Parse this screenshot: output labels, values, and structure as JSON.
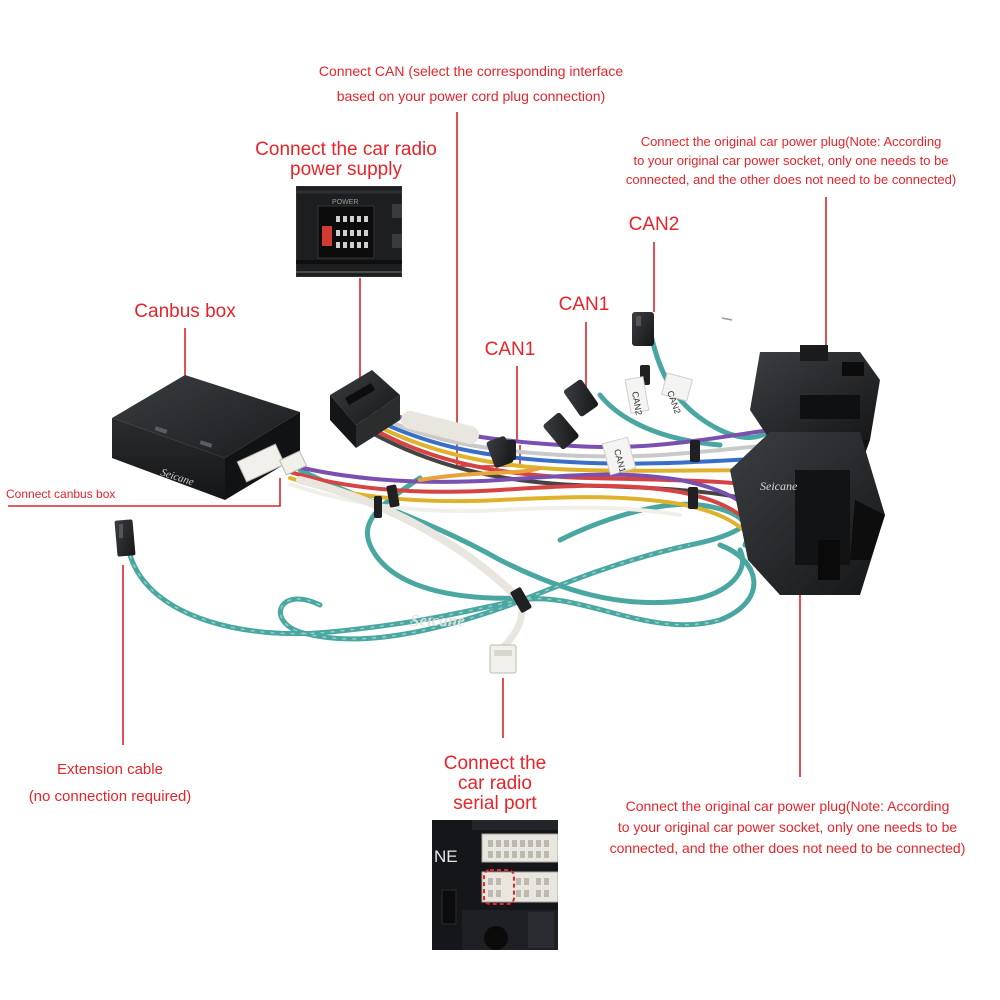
{
  "labels": {
    "connect_can_line1": "Connect CAN (select the corresponding interface",
    "connect_can_line2": "based on your power cord plug connection)",
    "radio_power_line1": "Connect the car radio",
    "radio_power_line2": "power supply",
    "orig_power_top_line1": "Connect the original car power plug(Note: According",
    "orig_power_top_line2": "to your original car power socket, only one needs to be",
    "orig_power_top_line3": "connected, and the other does not need to be connected)",
    "can2": "CAN2",
    "can1_right": "CAN1",
    "can1_left": "CAN1",
    "canbus_box": "Canbus box",
    "connect_canbus_box": "Connect canbus box",
    "extension_line1": "Extension cable",
    "extension_line2": "(no connection required)",
    "serial_line1": "Connect the",
    "serial_line2": "car radio",
    "serial_line3": "serial port",
    "orig_power_bottom_line1": "Connect the original car power plug(Note: According",
    "orig_power_bottom_line2": "to your original car power socket, only one needs to be",
    "orig_power_bottom_line3": "connected, and the other does not need to be connected)"
  },
  "photo_text": {
    "power_socket_label": "POWER",
    "box_brand": "Seicane",
    "plug_brand": "Seicane",
    "watermark": "Seicane",
    "tag_can2": "CAN2",
    "tag_can1": "CAN1",
    "panel_letters": "NE"
  },
  "colors": {
    "annotation": "#e8242a",
    "leader_line": "#d6262b",
    "cable_teal": "#4aa6a0",
    "connector_black": "#202224"
  }
}
